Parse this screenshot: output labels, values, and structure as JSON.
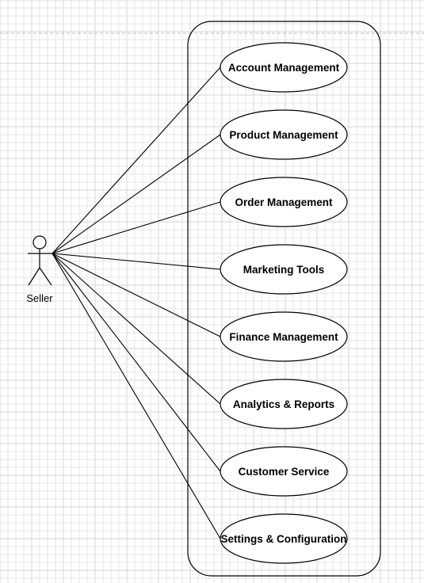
{
  "diagram": {
    "actor": {
      "label": "Seller",
      "icon": "stick-figure-icon"
    },
    "use_cases": [
      {
        "label": "Account Management"
      },
      {
        "label": "Product Management"
      },
      {
        "label": "Order Management"
      },
      {
        "label": "Marketing Tools"
      },
      {
        "label": "Finance Management"
      },
      {
        "label": "Analytics & Reports"
      },
      {
        "label": "Customer Service"
      },
      {
        "label": "Settings & Configuration"
      }
    ],
    "colors": {
      "stroke": "#000000",
      "grid": "#e6e6e6",
      "grid_major": "#d6d6d6",
      "page_break": "#c0c0c0",
      "background": "#ffffff"
    }
  }
}
